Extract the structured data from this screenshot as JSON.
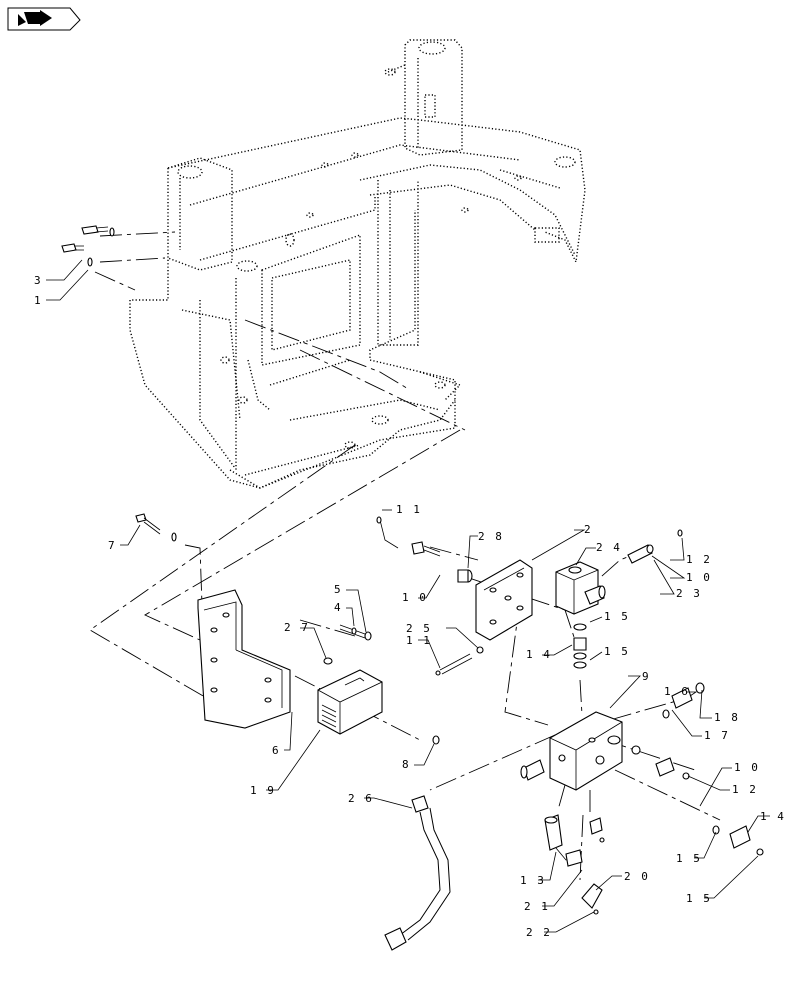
{
  "callouts": [
    {
      "id": "c1",
      "text": "1"
    },
    {
      "id": "c3",
      "text": "3"
    },
    {
      "id": "c7",
      "text": "7"
    },
    {
      "id": "c11a",
      "text": "1 1"
    },
    {
      "id": "c10a",
      "text": "1 0"
    },
    {
      "id": "c28",
      "text": "2 8"
    },
    {
      "id": "c2",
      "text": "2"
    },
    {
      "id": "c24",
      "text": "2 4"
    },
    {
      "id": "c12a",
      "text": "1 2"
    },
    {
      "id": "c10b",
      "text": "1 0"
    },
    {
      "id": "c23",
      "text": "2 3"
    },
    {
      "id": "c15a",
      "text": "1 5"
    },
    {
      "id": "c25",
      "text": "2 5"
    },
    {
      "id": "c11b",
      "text": "1 1"
    },
    {
      "id": "c14a",
      "text": "1 4"
    },
    {
      "id": "c15b",
      "text": "1 5"
    },
    {
      "id": "c9",
      "text": "9"
    },
    {
      "id": "c5",
      "text": "5"
    },
    {
      "id": "c4",
      "text": "4"
    },
    {
      "id": "c27",
      "text": "2 7"
    },
    {
      "id": "c16",
      "text": "1 6"
    },
    {
      "id": "c18",
      "text": "1 8"
    },
    {
      "id": "c17",
      "text": "1 7"
    },
    {
      "id": "c6",
      "text": "6"
    },
    {
      "id": "c19",
      "text": "1 9"
    },
    {
      "id": "c8",
      "text": "8"
    },
    {
      "id": "c26",
      "text": "2 6"
    },
    {
      "id": "c10c",
      "text": "1 0"
    },
    {
      "id": "c12b",
      "text": "1 2"
    },
    {
      "id": "c14b",
      "text": "1 4"
    },
    {
      "id": "c13",
      "text": "1 3"
    },
    {
      "id": "c15c",
      "text": "1 5"
    },
    {
      "id": "c15d",
      "text": "1 5"
    },
    {
      "id": "c20",
      "text": "2 0"
    },
    {
      "id": "c21",
      "text": "2 1"
    },
    {
      "id": "c22",
      "text": "2 2"
    }
  ],
  "nav_icon": "next-page-arrow-icon"
}
